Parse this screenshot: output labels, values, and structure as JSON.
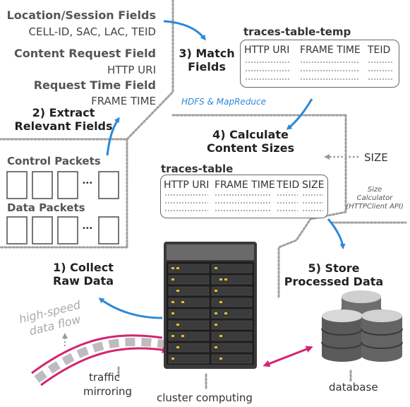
{
  "fields": {
    "location_header": "Location/Session Fields",
    "location_values": "CELL-ID, SAC, LAC, TEID",
    "content_header": "Content Request Field",
    "content_value": "HTTP URI",
    "time_header": "Request Time Field",
    "time_value": "FRAME TIME"
  },
  "steps": {
    "step1_line1": "1) Collect",
    "step1_line2": "Raw Data",
    "step2_line1": "2) Extract",
    "step2_line2": "Relevant Fields",
    "step3_line1": "3) Match",
    "step3_line2": "Fields",
    "step4_line1": "4) Calculate",
    "step4_line2": "Content Sizes",
    "step5_line1": "5) Store",
    "step5_line2": "Processed Data"
  },
  "packets": {
    "control_label": "Control Packets",
    "data_label": "Data Packets",
    "ellipsis": "•••"
  },
  "traces_temp": {
    "title": "traces-table-temp",
    "columns": [
      "HTTP URI",
      "FRAME TIME",
      "TEID"
    ]
  },
  "traces": {
    "title": "traces-table",
    "columns": [
      "HTTP URI",
      "FRAME TIME",
      "TEID",
      "SIZE"
    ]
  },
  "hdfs_label": "HDFS & MapReduce",
  "size_label": "SIZE",
  "size_calc": {
    "line1": "Size",
    "line2": "Calculator",
    "line3": "(HTTPClient API)"
  },
  "flow_label": {
    "line1": "high-speed",
    "line2": "data flow"
  },
  "bottom_labels": {
    "mirroring_line1": "traffic",
    "mirroring_line2": "mirroring",
    "cluster": "cluster computing",
    "database": "database"
  },
  "colors": {
    "arrow_blue": "#2b8ad8",
    "flow_magenta": "#d3256f",
    "divider_gray": "#a0a0a0",
    "server_dark": "#2d2d2d",
    "server_led": "#e6c21a"
  }
}
